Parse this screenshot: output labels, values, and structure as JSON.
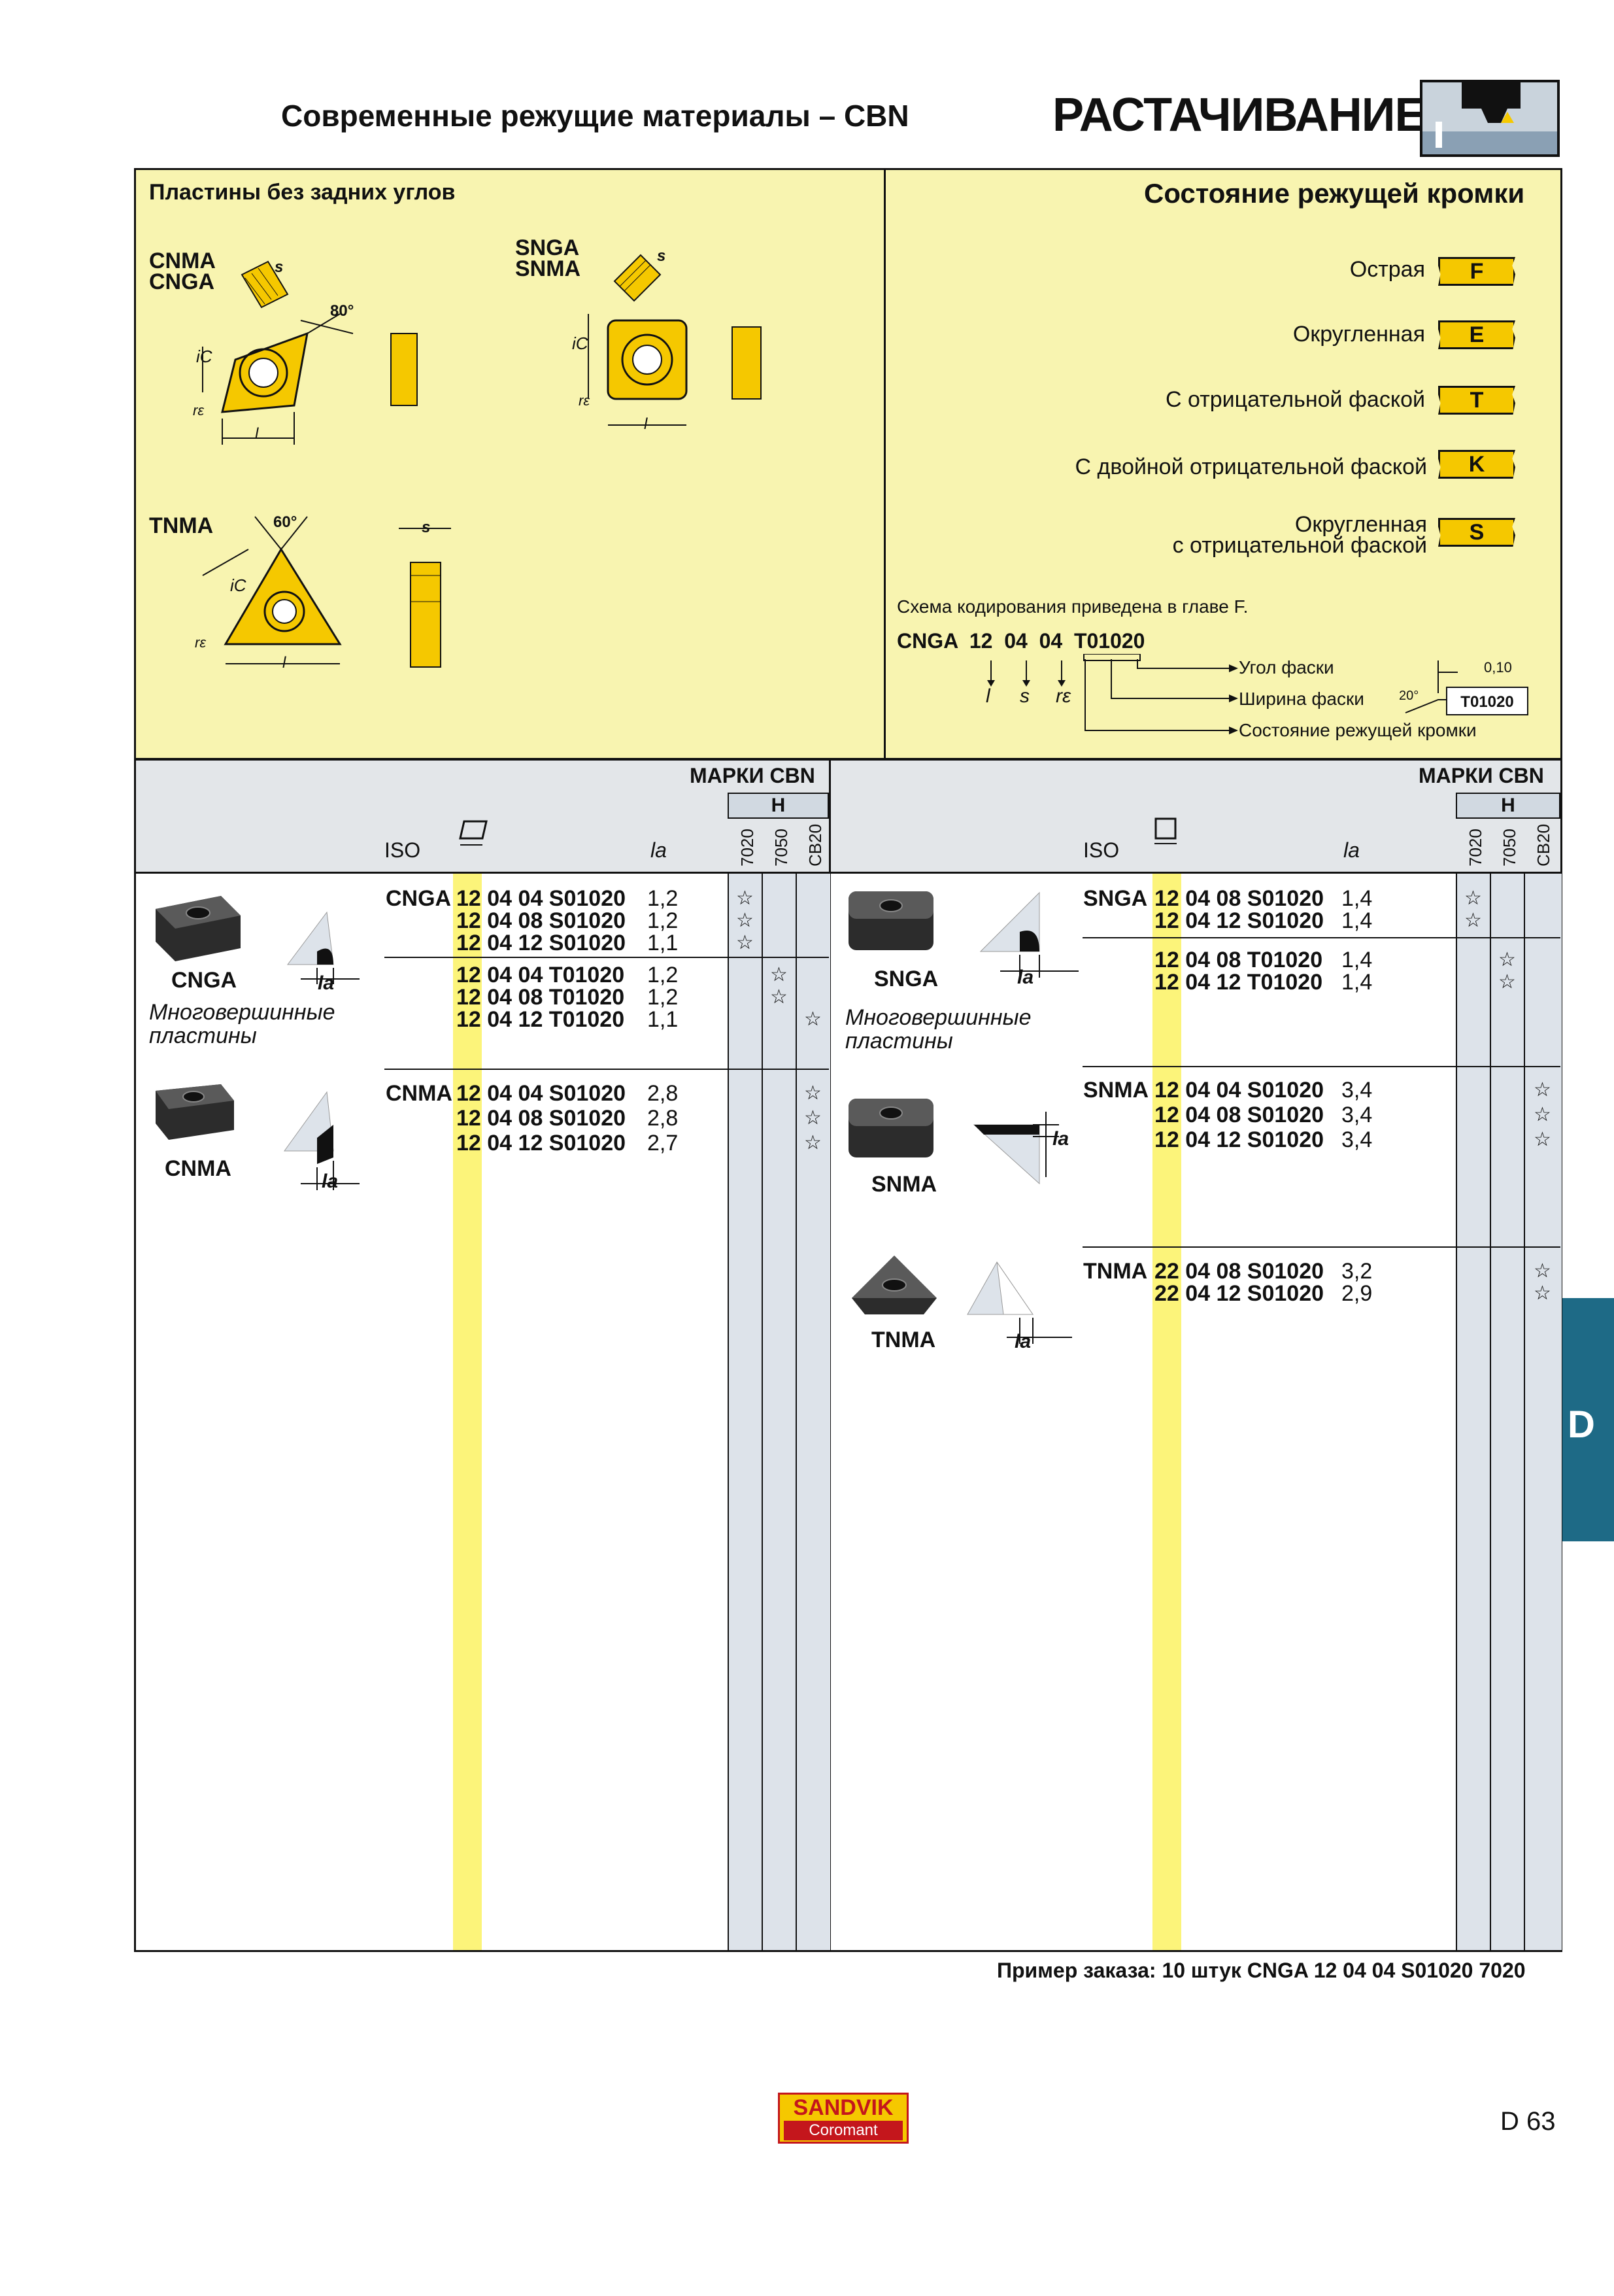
{
  "header": {
    "subtitle": "Современные режущие материалы – CBN",
    "title": "РАСТАЧИВАНИЕ"
  },
  "left_panel": {
    "heading": "Пластины без задних углов",
    "shape1_line1": "CNMA",
    "shape1_line2": "CNGA",
    "shape2_line1": "SNGA",
    "shape2_line2": "SNMA",
    "shape3": "TNMA",
    "dim_s": "s",
    "dim_ic": "iC",
    "dim_l": "l",
    "dim_re": "rε",
    "angle80": "80°",
    "angle60": "60°"
  },
  "right_panel": {
    "heading": "Состояние режущей кромки",
    "states": [
      {
        "label": "Острая",
        "code": "F"
      },
      {
        "label": "Округленная",
        "code": "E"
      },
      {
        "label": "С отрицательной фаской",
        "code": "T"
      },
      {
        "label": "С двойной отрицательной фаской",
        "code": "K"
      },
      {
        "label": "Округленная",
        "label2": "с отрицательной фаской",
        "code": "S"
      }
    ],
    "scheme_note": "Схема кодирования приведена в главе F.",
    "scheme_code": "CNGA  12  04  04  T01020",
    "arrow_labels": [
      "Угол фаски",
      "Ширина фаски",
      "Состояние режущей кромки"
    ],
    "sub_l": "l",
    "sub_s": "s",
    "sub_re": "rε",
    "chamfer_width": "0,10",
    "chamfer_angle": "20°",
    "chamfer_code": "T01020"
  },
  "table": {
    "brands_label": "МАРКИ CBN",
    "group": "H",
    "iso_label": "ISO",
    "la_label": "la",
    "grades": [
      "7020",
      "7050",
      "CB20"
    ],
    "left_groups": [
      {
        "name": "CNGA",
        "note": "Многовершинные пластины",
        "rows": [
          {
            "prefix": "CNGA",
            "code": "12 04 04 S01020",
            "la": "1,2",
            "col": 0
          },
          {
            "prefix": "",
            "code": "12 04 08 S01020",
            "la": "1,2",
            "col": 0
          },
          {
            "prefix": "",
            "code": "12 04 12 S01020",
            "la": "1,1",
            "col": 0
          },
          {
            "prefix": "",
            "code": "12 04 04 T01020",
            "la": "1,2",
            "col": 1
          },
          {
            "prefix": "",
            "code": "12 04 08 T01020",
            "la": "1,2",
            "col": 1
          },
          {
            "prefix": "",
            "code": "12 04 12 T01020",
            "la": "1,1",
            "col": 2
          }
        ]
      },
      {
        "name": "CNMA",
        "rows": [
          {
            "prefix": "CNMA",
            "code": "12 04 04 S01020",
            "la": "2,8",
            "col": 2
          },
          {
            "prefix": "",
            "code": "12 04 08 S01020",
            "la": "2,8",
            "col": 2
          },
          {
            "prefix": "",
            "code": "12 04 12 S01020",
            "la": "2,7",
            "col": 2
          }
        ]
      }
    ],
    "right_groups": [
      {
        "name": "SNGA",
        "note": "Многовершинные пластины",
        "rows": [
          {
            "prefix": "SNGA",
            "code": "12 04 08 S01020",
            "la": "1,4",
            "col": 0
          },
          {
            "prefix": "",
            "code": "12 04 12 S01020",
            "la": "1,4",
            "col": 0
          },
          {
            "prefix": "",
            "code": "12 04 08 T01020",
            "la": "1,4",
            "col": 1
          },
          {
            "prefix": "",
            "code": "12 04 12 T01020",
            "la": "1,4",
            "col": 1
          }
        ]
      },
      {
        "name": "SNMA",
        "rows": [
          {
            "prefix": "SNMA",
            "code": "12 04 04 S01020",
            "la": "3,4",
            "col": 2
          },
          {
            "prefix": "",
            "code": "12 04 08 S01020",
            "la": "3,4",
            "col": 2
          },
          {
            "prefix": "",
            "code": "12 04 12 S01020",
            "la": "3,4",
            "col": 2
          }
        ]
      },
      {
        "name": "TNMA",
        "rows": [
          {
            "prefix": "TNMA",
            "code": "22 04 08 S01020",
            "la": "3,2",
            "col": 2
          },
          {
            "prefix": "",
            "code": "22 04 12 S01020",
            "la": "2,9",
            "col": 2
          }
        ]
      }
    ],
    "star": "☆"
  },
  "footer": {
    "order_example": "Пример заказа: 10 штук  CNGA 12 04 04 S01020 7020",
    "logo_line1": "SANDVIK",
    "logo_line2": "Coromant",
    "page": "D 63",
    "tab": "D"
  },
  "colors": {
    "yellow_panel": "#f8f4b0",
    "insert_yellow": "#f5c800",
    "highlight": "#fcf47a",
    "grey_column": "#dde3ea",
    "tab_blue": "#1e6a86"
  }
}
